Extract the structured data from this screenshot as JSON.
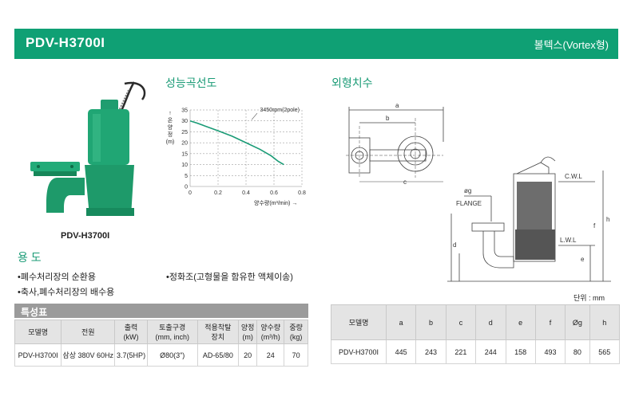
{
  "header": {
    "title": "PDV-H3700I",
    "type": "볼텍스(Vortex형)"
  },
  "product": {
    "model_caption": "PDV-H3700I"
  },
  "uses": {
    "title": "용 도",
    "items": [
      "•폐수처리장의 순환용",
      "•정화조(고형물을 함유한 액체이송)",
      "•축사,폐수처리장의 배수용"
    ]
  },
  "curve": {
    "title": "성능곡선도",
    "y_label_chars": [
      "↑",
      "온",
      "양",
      "정",
      "(m)"
    ],
    "x_label": "양수량(m³/min) →",
    "annotation": "3450rpm(2pole)"
  },
  "dimension": {
    "title": "외형치수",
    "labels": {
      "a": "a",
      "b": "b",
      "c": "c",
      "d": "d",
      "e": "e",
      "f": "f",
      "h": "h",
      "g": "øg",
      "flange": "FLANGE",
      "cwl": "C.W.L",
      "lwl": "L.W.L"
    },
    "unit": "단위 : mm"
  },
  "spec_table": {
    "title": "특성표",
    "headers": [
      "모델명",
      "전원",
      "출력\n(kW)",
      "토출구경\n(mm, inch)",
      "적용착탈\n장치",
      "양정\n(m)",
      "양수량\n(m³/h)",
      "중량\n(kg)"
    ],
    "row": [
      "PDV-H3700I",
      "삼상 380V 60Hz",
      "3.7(5HP)",
      "Ø80(3\")",
      "AD-65/80",
      "20",
      "24",
      "70"
    ]
  },
  "dim_table": {
    "headers": [
      "모델명",
      "a",
      "b",
      "c",
      "d",
      "e",
      "f",
      "Øg",
      "h"
    ],
    "row": [
      "PDV-H3700I",
      "445",
      "243",
      "221",
      "244",
      "158",
      "493",
      "80",
      "565"
    ]
  },
  "colors": {
    "accent": "#0fa074",
    "section_title": "#1a9b76",
    "curve": "#1a9b76",
    "table_header": "#e4e4e4",
    "spec_bar": "#9b9b9b"
  },
  "chart_data": {
    "type": "line",
    "title": "",
    "xlabel": "양수량(m³/min)",
    "ylabel": "온양정(m)",
    "xlim": [
      0,
      0.8
    ],
    "ylim": [
      0,
      35
    ],
    "xticks": [
      0,
      0.2,
      0.4,
      0.6,
      0.8
    ],
    "yticks": [
      0,
      5,
      10,
      15,
      20,
      25,
      30,
      35
    ],
    "grid": true,
    "series": [
      {
        "name": "3450rpm(2pole)",
        "x": [
          0,
          0.05,
          0.1,
          0.2,
          0.3,
          0.4,
          0.5,
          0.58,
          0.63,
          0.67
        ],
        "y": [
          30,
          29,
          27.8,
          25.5,
          23,
          20,
          17,
          14,
          11.5,
          10
        ]
      }
    ]
  }
}
